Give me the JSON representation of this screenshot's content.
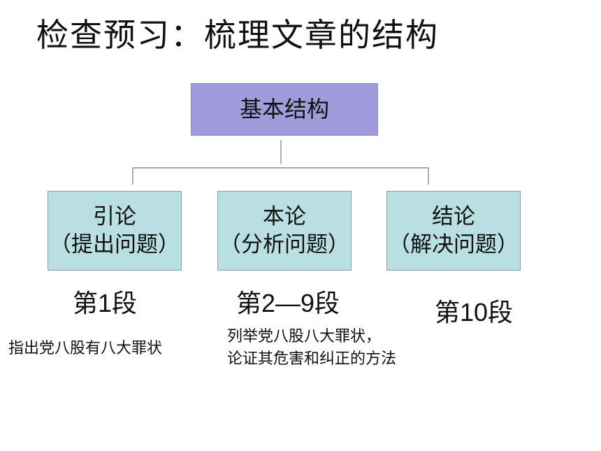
{
  "title": "检查预习：梳理文章的结构",
  "root": {
    "label": "基本结构"
  },
  "sections": [
    {
      "name": "引论",
      "role": "（提出问题）",
      "paragraphs": "第1段",
      "summary": [
        "指出党八股有八大罪状"
      ]
    },
    {
      "name": "本论",
      "role": "（分析问题）",
      "paragraphs": "第2—9段",
      "summary": [
        "列举党八股八大罪状，",
        "论证其危害和纠正的方法"
      ]
    },
    {
      "name": "结论",
      "role": "（解决问题）",
      "paragraphs": "第10段",
      "summary": []
    }
  ],
  "colors": {
    "root_fill": "#a09bdb",
    "child_fill": "#b9dfe2",
    "connector": "#777777"
  }
}
